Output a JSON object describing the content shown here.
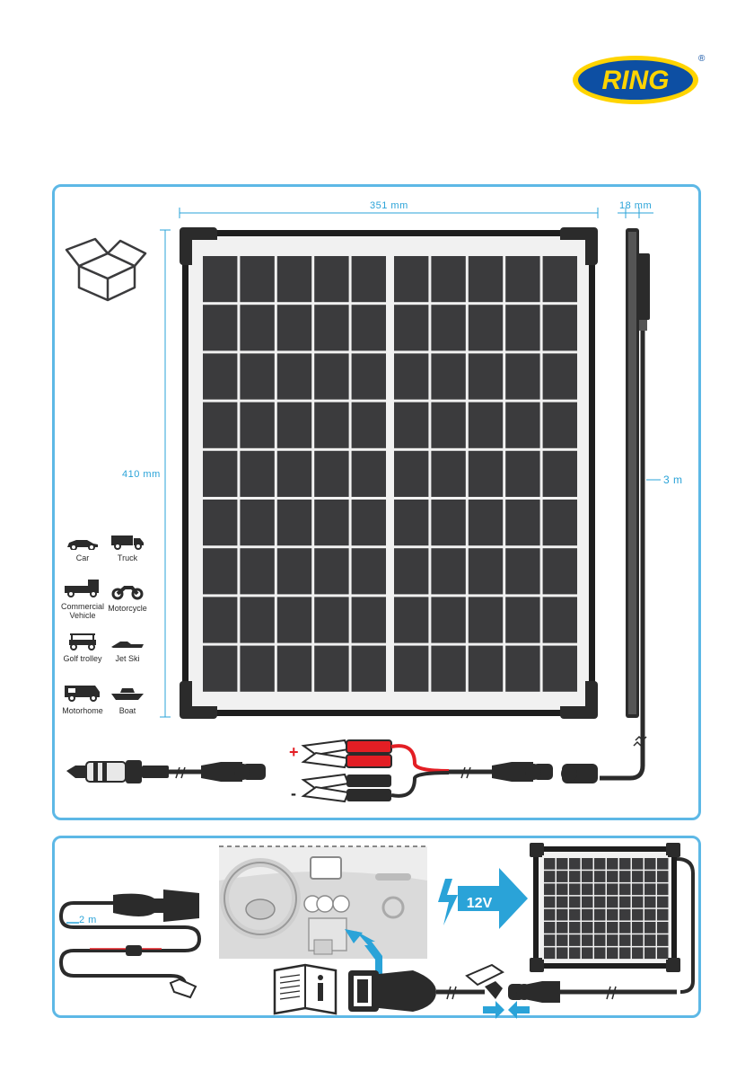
{
  "brand": {
    "name": "RING",
    "registered": "®"
  },
  "colors": {
    "accent": "#5db8e6",
    "brand_blue": "#0d4fa3",
    "brand_yellow": "#ffd400",
    "cell": "#3b3b3d",
    "frame": "#1e1e1e",
    "red": "#e31e24"
  },
  "dimensions": {
    "width": "351 mm",
    "depth": "18 mm",
    "height": "410 mm",
    "cable": "3 m",
    "extension": "2 m"
  },
  "vehicles": [
    {
      "id": "car",
      "label": "Car"
    },
    {
      "id": "truck",
      "label": "Truck"
    },
    {
      "id": "commercial",
      "label": "Commercial Vehicle"
    },
    {
      "id": "motorcycle",
      "label": "Motorcycle"
    },
    {
      "id": "golf",
      "label": "Golf trolley"
    },
    {
      "id": "jetski",
      "label": "Jet Ski"
    },
    {
      "id": "motorhome",
      "label": "Motorhome"
    },
    {
      "id": "boat",
      "label": "Boat"
    }
  ],
  "polarity": {
    "positive": "+",
    "negative": "-"
  },
  "voltage_label": "12V",
  "icons": [
    "box-icon",
    "info-manual-icon",
    "car-icon",
    "truck-icon",
    "lorry-icon",
    "motorcycle-icon",
    "golf-trolley-icon",
    "jetski-icon",
    "motorhome-icon",
    "boat-icon"
  ]
}
